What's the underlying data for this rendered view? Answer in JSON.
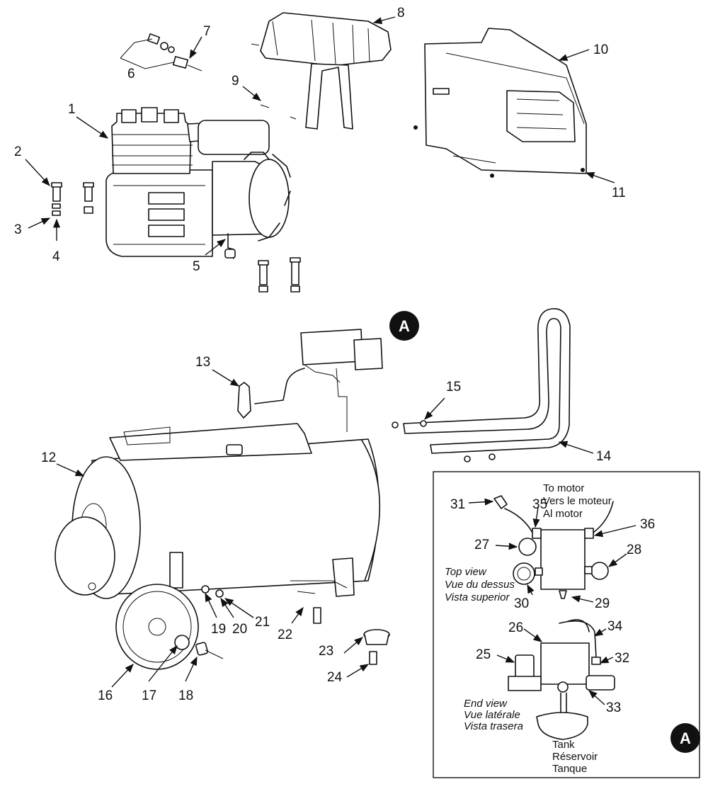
{
  "callouts": {
    "c1": "1",
    "c2": "2",
    "c3": "3",
    "c4": "4",
    "c5": "5",
    "c6": "6",
    "c7": "7",
    "c8": "8",
    "c9": "9",
    "c10": "10",
    "c11": "11",
    "c12": "12",
    "c13": "13",
    "c14": "14",
    "c15": "15",
    "c16": "16",
    "c17": "17",
    "c18": "18",
    "c19": "19",
    "c20": "20",
    "c21": "21",
    "c22": "22",
    "c23": "23",
    "c24": "24",
    "c25": "25",
    "c26": "26",
    "c27": "27",
    "c28": "28",
    "c29": "29",
    "c30": "30",
    "c31": "31",
    "c32": "32",
    "c33": "33",
    "c34": "34",
    "c35": "35",
    "c36": "36"
  },
  "badges": {
    "main": "A",
    "inset": "A"
  },
  "inset": {
    "to_motor": [
      "To motor",
      "Vers le moteur",
      "Al motor"
    ],
    "top_view": [
      "Top view",
      "Vue du dessus",
      "Vista superior"
    ],
    "end_view": [
      "End view",
      "Vue latérale",
      "Vista trasera"
    ],
    "tank": [
      "Tank",
      "Réservoir",
      "Tanque"
    ]
  }
}
